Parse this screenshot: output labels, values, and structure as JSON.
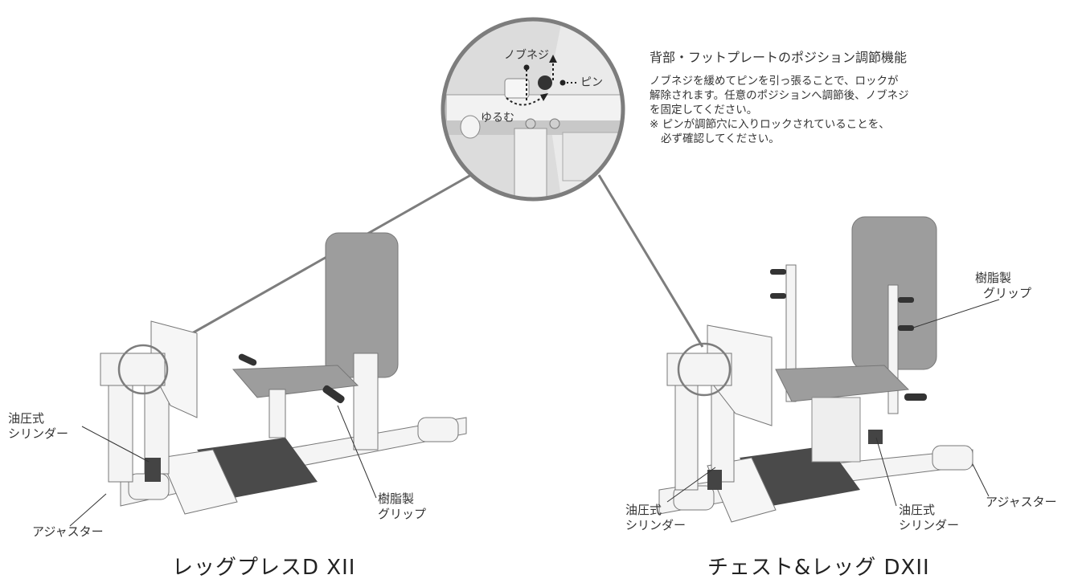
{
  "feature": {
    "heading": "背部・フットプレートのポジション調節機能",
    "lines": [
      "ノブネジを緩めてピンを引っ張ることで、ロックが",
      "解除されます。任意のポジションへ調節後、ノブネジ",
      "を固定してください。",
      "※ ピンが調節穴に入りロックされていることを、",
      "必ず確認してください。"
    ]
  },
  "zoom": {
    "knob_label": "ノブネジ",
    "pin_label": "ピン",
    "loosen_label": "ゆるむ"
  },
  "left_machine": {
    "title": "レッグプレスD XII",
    "cylinder_label": [
      "油圧式",
      "シリンダー"
    ],
    "adjuster_label": "アジャスター",
    "grip_label": [
      "樹脂製",
      "グリップ"
    ]
  },
  "right_machine": {
    "title": "チェスト&レッグ DXII",
    "grip_label": [
      "樹脂製",
      "グリップ"
    ],
    "cylinder_front_label": [
      "油圧式",
      "シリンダー"
    ],
    "cylinder_center_label": [
      "油圧式",
      "シリンダー"
    ],
    "adjuster_label": "アジャスター"
  },
  "colors": {
    "pad_gray": "#9d9d9d",
    "frame_white": "#f4f4f4",
    "outline": "#777777",
    "foot_plate": "#4a4a4a",
    "ring": "#7d7d7d"
  }
}
